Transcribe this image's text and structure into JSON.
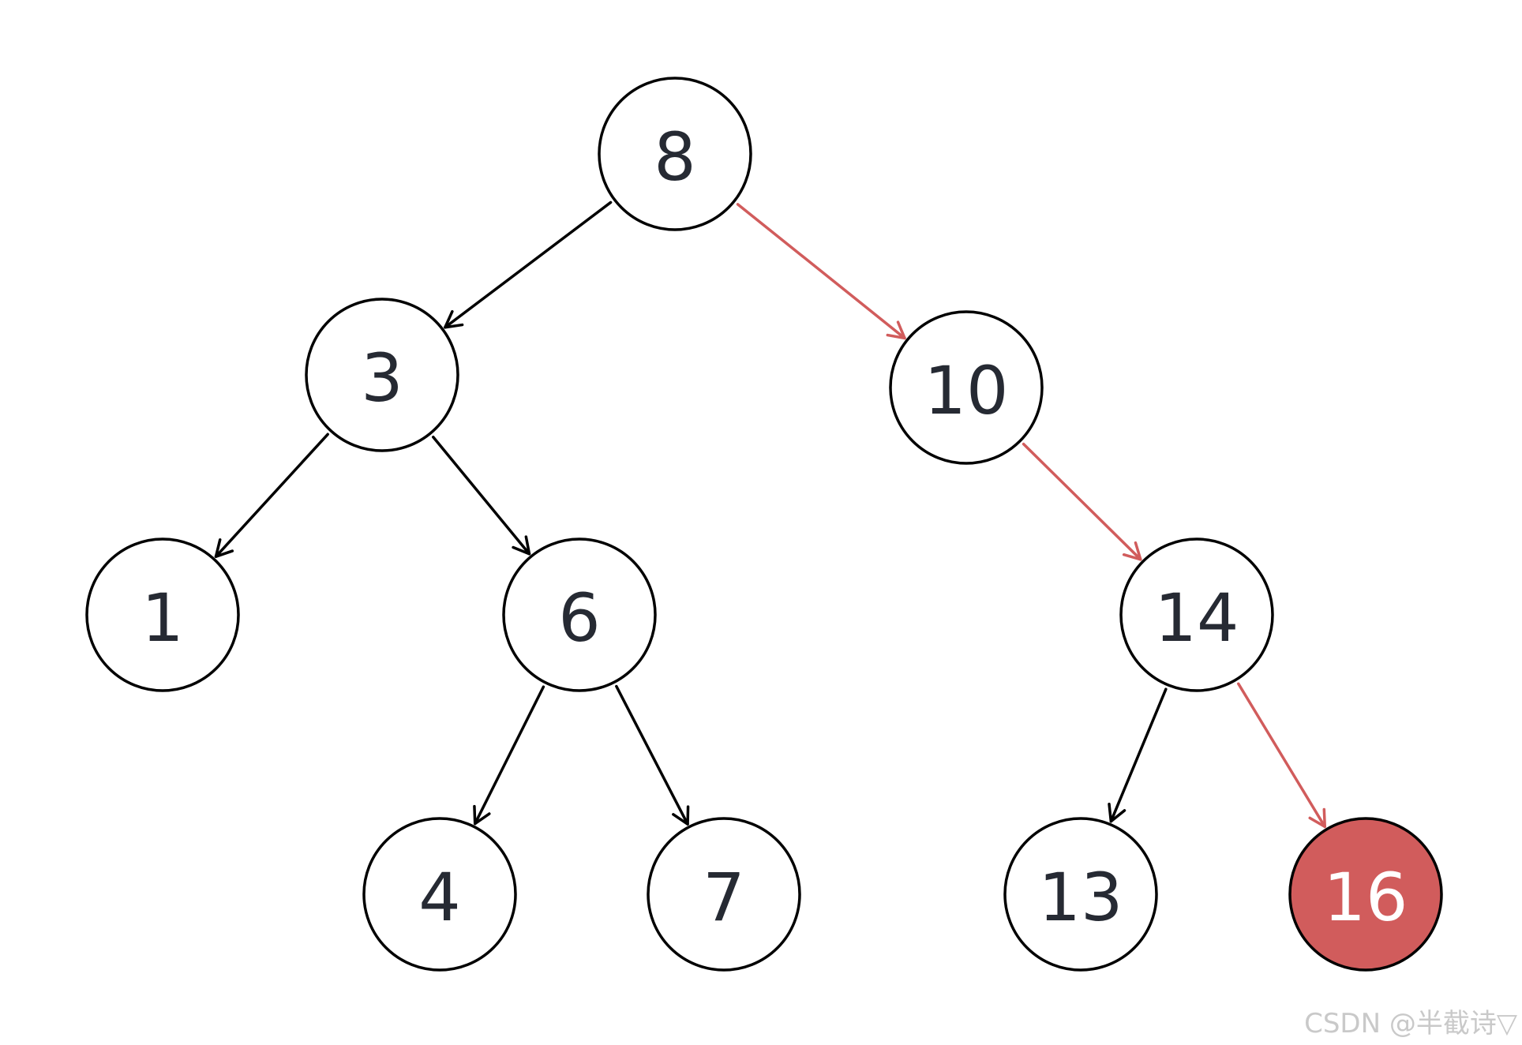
{
  "colors": {
    "default_stroke": "#000000",
    "highlight": "#d15c5c",
    "node_fill": "#ffffff",
    "label_text": "#262a33",
    "highlight_label_text": "#ffffff"
  },
  "tree": {
    "nodes": [
      {
        "id": "n8",
        "label": "8",
        "highlighted": false
      },
      {
        "id": "n3",
        "label": "3",
        "highlighted": false
      },
      {
        "id": "n10",
        "label": "10",
        "highlighted": false
      },
      {
        "id": "n1",
        "label": "1",
        "highlighted": false
      },
      {
        "id": "n6",
        "label": "6",
        "highlighted": false
      },
      {
        "id": "n14",
        "label": "14",
        "highlighted": false
      },
      {
        "id": "n4",
        "label": "4",
        "highlighted": false
      },
      {
        "id": "n7",
        "label": "7",
        "highlighted": false
      },
      {
        "id": "n13",
        "label": "13",
        "highlighted": false
      },
      {
        "id": "n16",
        "label": "16",
        "highlighted": true
      }
    ],
    "edges": [
      {
        "from": "n8",
        "to": "n3",
        "highlighted": false
      },
      {
        "from": "n8",
        "to": "n10",
        "highlighted": true
      },
      {
        "from": "n3",
        "to": "n1",
        "highlighted": false
      },
      {
        "from": "n3",
        "to": "n6",
        "highlighted": false
      },
      {
        "from": "n10",
        "to": "n14",
        "highlighted": true
      },
      {
        "from": "n6",
        "to": "n4",
        "highlighted": false
      },
      {
        "from": "n6",
        "to": "n7",
        "highlighted": false
      },
      {
        "from": "n14",
        "to": "n13",
        "highlighted": false
      },
      {
        "from": "n14",
        "to": "n16",
        "highlighted": true
      }
    ]
  },
  "watermark": "CSDN @半截诗▽"
}
